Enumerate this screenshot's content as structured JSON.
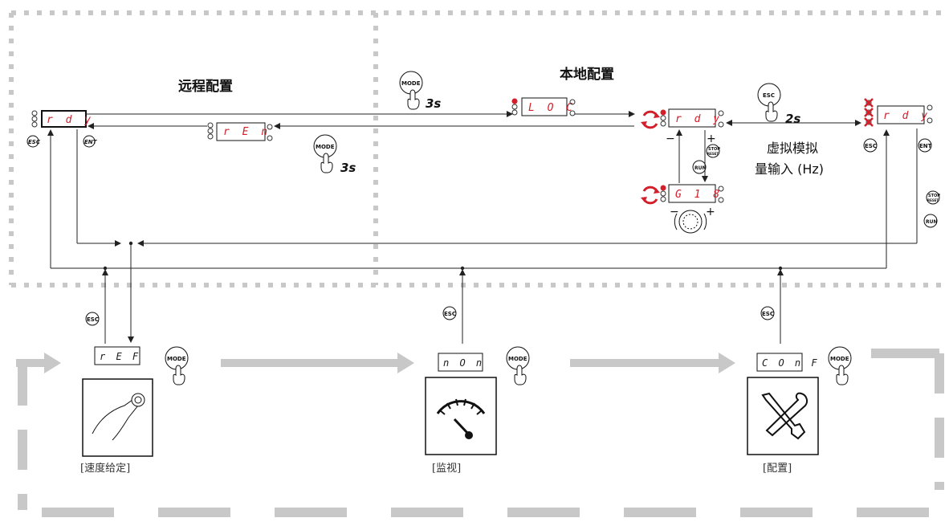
{
  "titles": {
    "remote": "远程配置",
    "local": "本地配置"
  },
  "virtual_input": {
    "line1": "虚拟模拟",
    "line2": "量输入 (Hz)"
  },
  "displays": {
    "rdy": "r d y",
    "ren": "r E n",
    "loc": "L O C",
    "g18": "G 1 8",
    "ref": "r E F",
    "mon": "n O n",
    "conf": "C O n F"
  },
  "timings": {
    "mode_loc": "3s",
    "mode_ren": "3s",
    "esc_hold": "2s"
  },
  "buttons": {
    "mode": "MODE",
    "esc": "ESC",
    "ent": "ENT",
    "run": "RUN",
    "stop": "STOP",
    "reset": "RESET"
  },
  "signs": {
    "plus": "+",
    "minus": "−"
  },
  "captions": {
    "speed_ref": "[速度给定]",
    "monitor": "[监视]",
    "config": "[配置]"
  },
  "colors": {
    "led_red": "#d21f2a",
    "arrow_gray": "#c8c8c8",
    "dashed_border": "#c8c8c8",
    "line": "#222222"
  }
}
